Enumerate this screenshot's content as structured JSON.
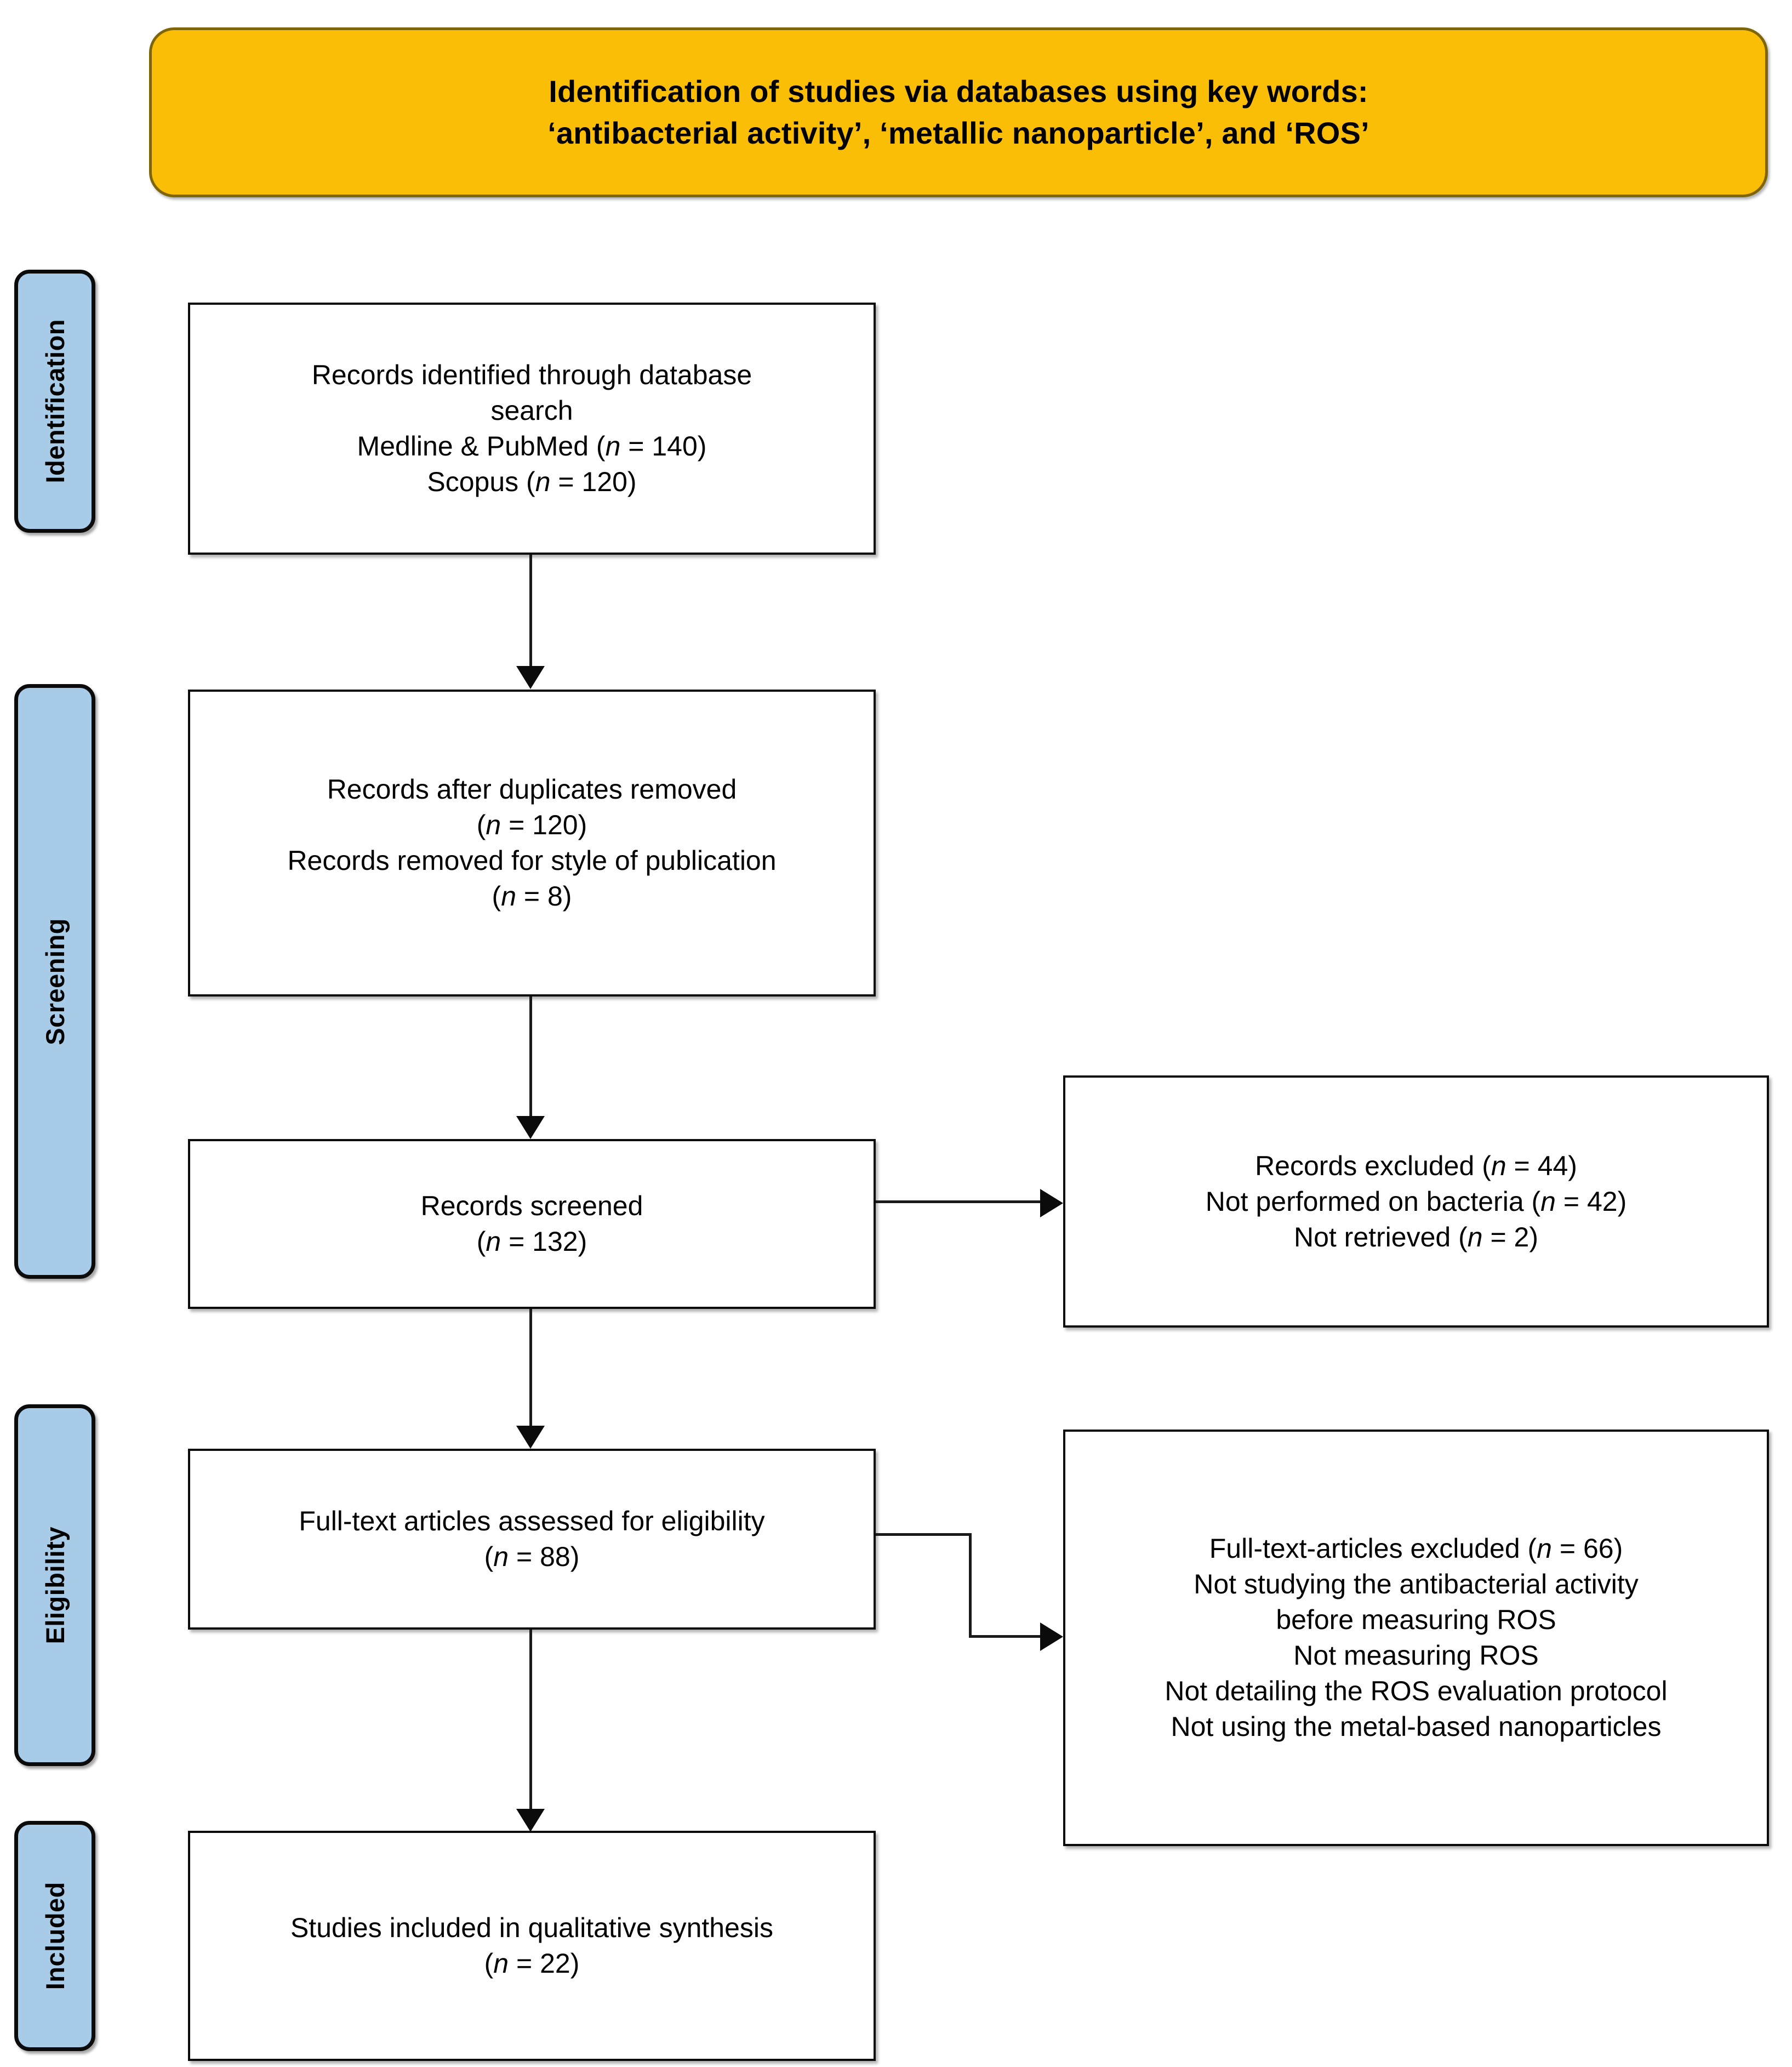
{
  "diagram": {
    "type": "prisma-flow-diagram",
    "header": {
      "title": "Identification of studies via databases using key words:\n‘antibacterial activity’, ‘metallic nanoparticle’, and ‘ROS’",
      "background_color": "#FBBE06",
      "border_color": "#7E6608"
    },
    "stage_tab_color": "#A8CBE8",
    "stages": [
      {
        "id": "identification",
        "label": "Identification"
      },
      {
        "id": "screening",
        "label": "Screening"
      },
      {
        "id": "eligibility",
        "label": "Eligibility"
      },
      {
        "id": "included",
        "label": "Included"
      }
    ],
    "boxes": {
      "records_identified": {
        "text": "Records identified through database\nsearch\nMedline & PubMed (n = 140)\nScopus (n = 120)",
        "lines": [
          "Records identified through database",
          "search",
          "Medline & PubMed (n = 140)",
          "Scopus (n = 120)"
        ]
      },
      "records_after_duplicates": {
        "text": "Records after duplicates removed\n(n = 120)\nRecords removed for style of publication\n(n = 8)",
        "lines": [
          "Records after duplicates removed",
          "(n = 120)",
          "Records removed for style of publication",
          "(n = 8)"
        ]
      },
      "records_screened": {
        "text": "Records screened\n(n = 132)",
        "lines": [
          "Records screened",
          "(n = 132)"
        ]
      },
      "records_excluded": {
        "text": "Records excluded (n = 44)\nNot performed on bacteria (n = 42)\nNot retrieved (n = 2)",
        "lines": [
          "Records excluded (n = 44)",
          "Not performed on bacteria (n = 42)",
          "Not retrieved (n = 2)"
        ]
      },
      "fulltext_assessed": {
        "text": "Full-text  articles assessed for eligibility\n(n = 88)",
        "lines": [
          "Full-text  articles assessed for eligibility",
          "(n = 88)"
        ]
      },
      "fulltext_excluded": {
        "text": "Full-text-articles  excluded (n = 66)\nNot studying the antibacterial activity\nbefore measuring ROS\nNot measuring ROS\nNot detailing the ROS evaluation protocol\nNot using the metal-based nanoparticles",
        "lines": [
          "Full-text-articles  excluded (n = 66)",
          "Not studying the antibacterial activity",
          "before measuring ROS",
          "Not measuring ROS",
          "Not detailing the ROS evaluation protocol",
          "Not using the metal-based nanoparticles"
        ]
      },
      "studies_included": {
        "text": "Studies included in qualitative synthesis\n(n = 22)",
        "lines": [
          "Studies included in qualitative synthesis",
          "(n = 22)"
        ]
      }
    },
    "counts": {
      "medline_pubmed": 140,
      "scopus": 120,
      "after_duplicates": 120,
      "removed_style_of_publication": 8,
      "screened": 132,
      "excluded": 44,
      "not_performed_on_bacteria": 42,
      "not_retrieved": 2,
      "fulltext_assessed": 88,
      "fulltext_excluded": 66,
      "included": 22
    }
  }
}
